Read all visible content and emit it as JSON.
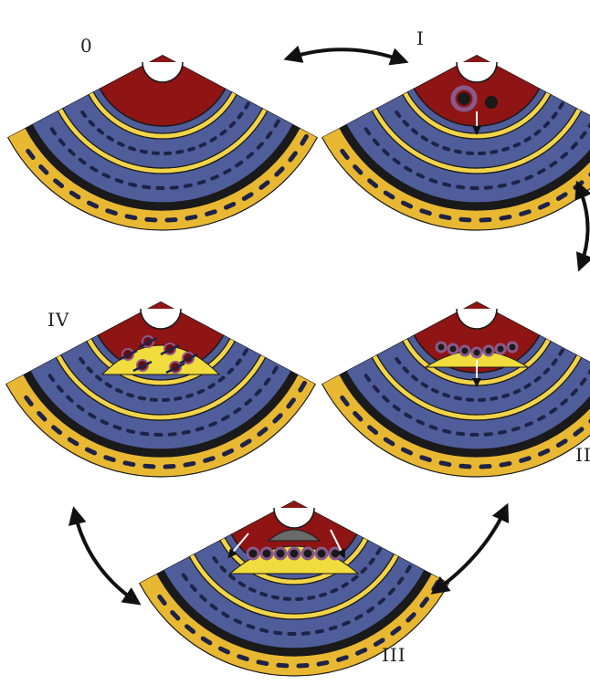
{
  "stages": [
    {
      "id": "0",
      "label": "0"
    },
    {
      "id": "I",
      "label": "I"
    },
    {
      "id": "II",
      "label": "II"
    },
    {
      "id": "III",
      "label": "III"
    },
    {
      "id": "IV",
      "label": "IV"
    }
  ],
  "colors": {
    "lumen": "#8f1414",
    "lumen_dark": "#6e0d0d",
    "media": "#4f5d9a",
    "elastic": "#f2d44a",
    "adventitia": "#e9b832",
    "outline": "#1a1a1a",
    "cell": "#1e2247",
    "lesion": "#f0dc3c",
    "plaque_cap": "#6a6a6a",
    "macrophage": "#8a5a8a",
    "arrow": "#111111"
  }
}
